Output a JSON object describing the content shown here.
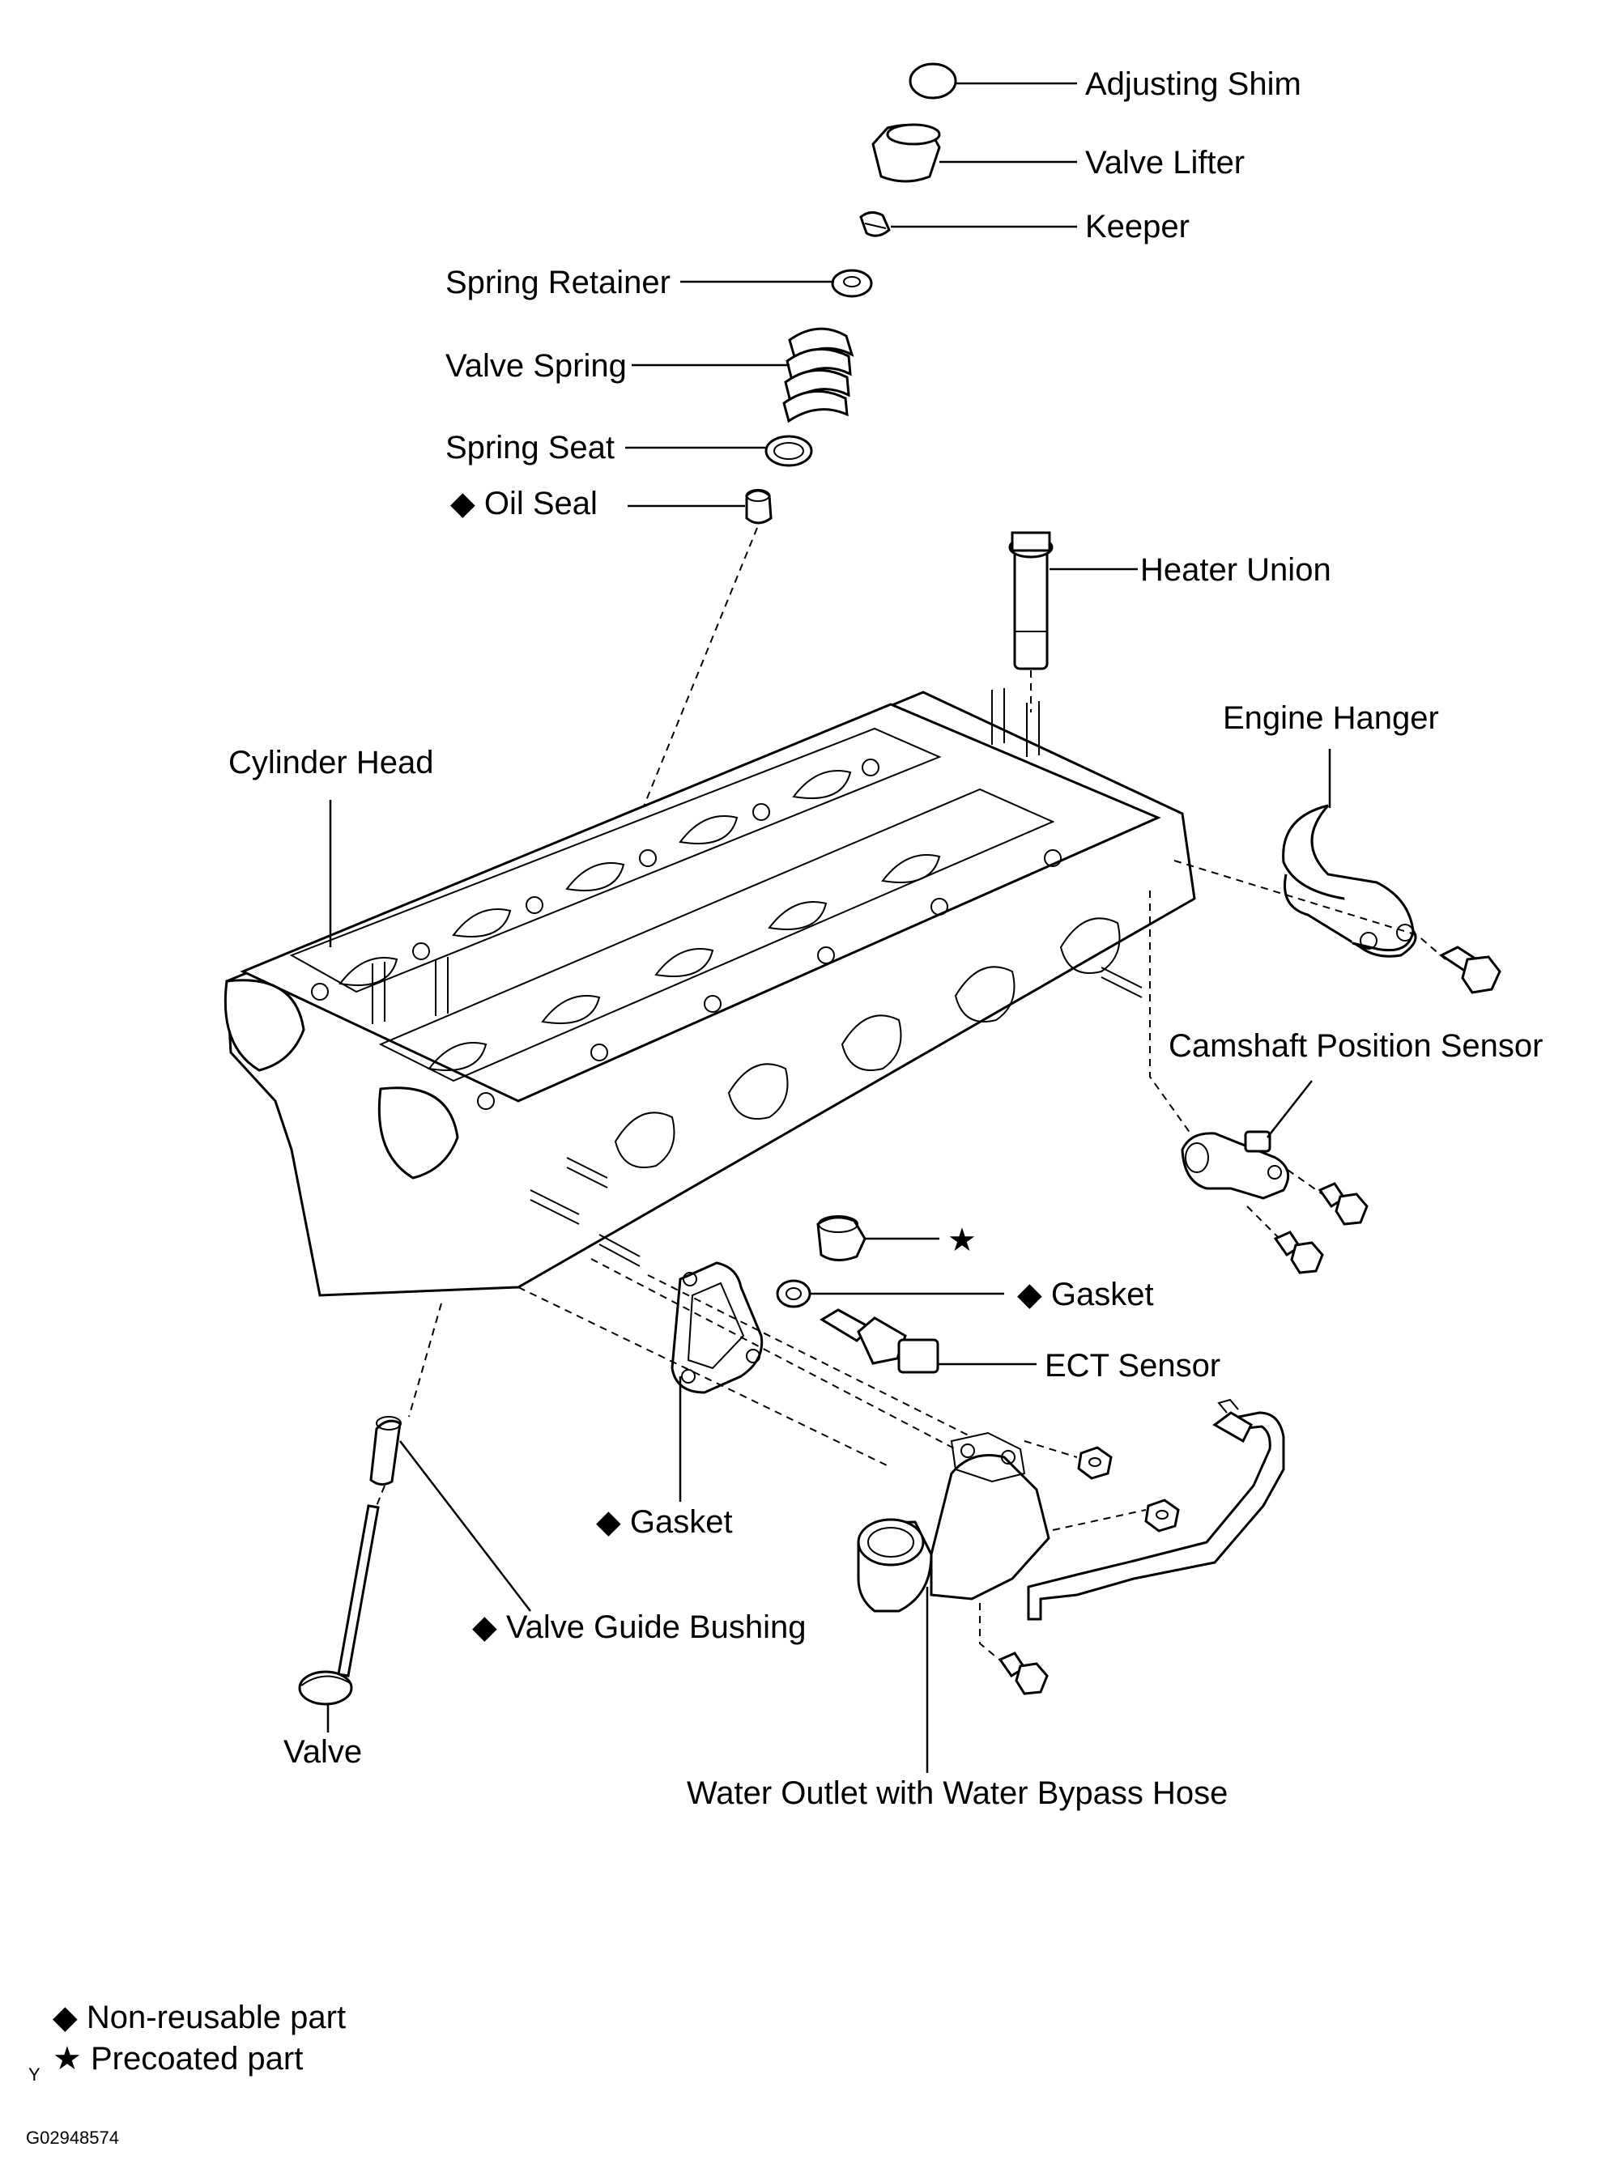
{
  "labels": {
    "adjusting_shim": "Adjusting Shim",
    "valve_lifter": "Valve Lifter",
    "keeper": "Keeper",
    "spring_retainer": "Spring Retainer",
    "valve_spring": "Valve Spring",
    "spring_seat": "Spring Seat",
    "oil_seal": "◆ Oil Seal",
    "heater_union": "Heater Union",
    "cylinder_head": "Cylinder Head",
    "engine_hanger": "Engine Hanger",
    "camshaft_position_sensor": "Camshaft Position Sensor",
    "precoated_plug": "★",
    "gasket_sensor": "◆ Gasket",
    "ect_sensor": "ECT Sensor",
    "gasket_outlet": "◆ Gasket",
    "valve_guide_bushing": "◆ Valve Guide Bushing",
    "valve": "Valve",
    "water_outlet": "Water Outlet with Water Bypass Hose"
  },
  "legend": {
    "non_reusable": "◆ Non-reusable part",
    "precoated": "★ Precoated part",
    "corner_mark": "Y"
  },
  "figure_id": "G02948574"
}
